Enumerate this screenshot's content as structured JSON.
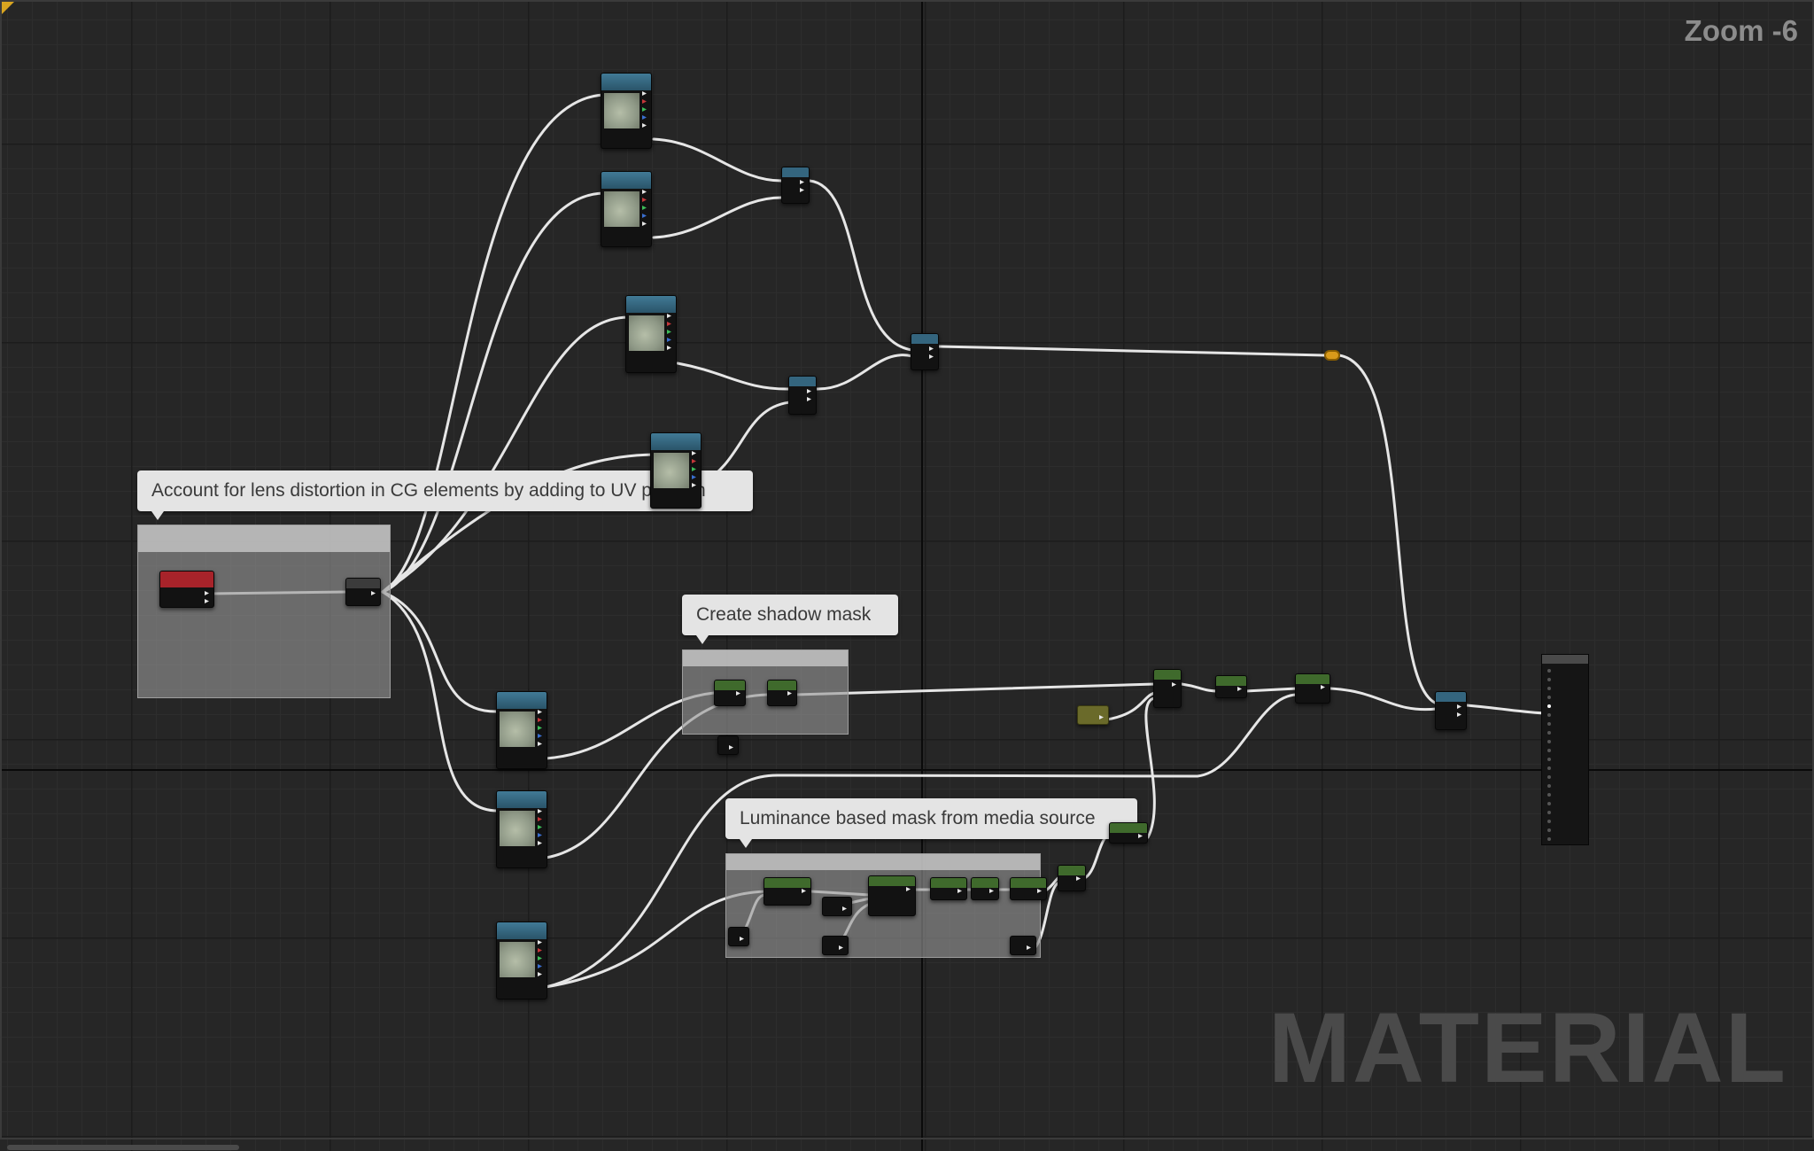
{
  "viewport": {
    "zoom_label": "Zoom -6"
  },
  "watermark": "MATERIAL",
  "comments": {
    "lens_distortion": "Account for lens distortion in CG elements by adding to UV position",
    "shadow_mask": "Create shadow mask",
    "luminance_mask": "Luminance based mask from media source"
  },
  "icons": {
    "texture_thumbnail": "texture-preview-icon",
    "reroute": "reroute-knot-icon",
    "pin": "output-pin-icon"
  },
  "colors": {
    "texture_header": "#34657e",
    "math_header": "#3f6a2c",
    "input_header": "#a7232a",
    "reroute": "#d99a1a",
    "wire": "#e6e6e6",
    "comment_bubble": "#e4e4e4"
  }
}
